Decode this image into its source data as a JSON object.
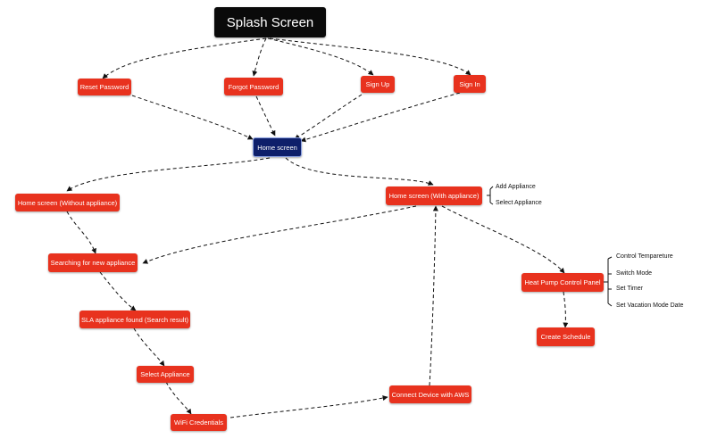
{
  "nodes": {
    "splash": "Splash Screen",
    "reset_password": "Reset Password",
    "forgot_password": "Forgot Password",
    "sign_up": "Sign Up",
    "sign_in": "Sign In",
    "home_screen": "Home screen",
    "home_without": "Home screen (Without appliance)",
    "home_with": "Home screen (With appliance)",
    "searching": "Searching for new appliance",
    "sla_found": "SLA appliance found (Search result)",
    "select_appliance": "Select Appliance",
    "wifi": "WiFi Credentials",
    "connect_aws": "Connect Device with AWS",
    "heat_pump": "Heat Pump Control Panel",
    "create_schedule": "Create Schedule"
  },
  "home_with_options": [
    "Add Appliance",
    "Select Appliance"
  ],
  "heat_pump_options": [
    "Control Tempareture",
    "Switch Mode",
    "Set Timer",
    "Set Vacation Mode Date"
  ],
  "colors": {
    "node_red": "#e8321e",
    "node_navy": "#0e1f6a",
    "node_black": "#0a0a0a",
    "edge": "#111111"
  }
}
